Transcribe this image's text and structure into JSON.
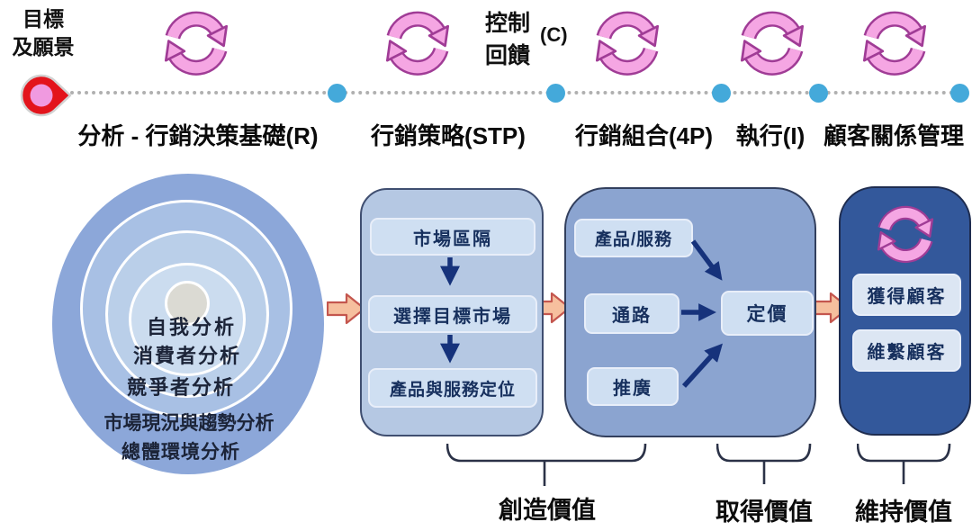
{
  "goal_label": {
    "line1": "目標",
    "line2": "及願景"
  },
  "control_feedback": {
    "line1": "控制",
    "line2": "回饋",
    "code": "(C)"
  },
  "stage_headers": {
    "analysis": "分析 - 行銷決策基礎(R)",
    "strategy": "行銷策略(STP)",
    "mix": "行銷組合(4P)",
    "execution": "執行(I)",
    "crm": "顧客關係管理"
  },
  "analysis_rings": {
    "levels": [
      "自我分析",
      "消費者分析",
      "競爭者分析",
      "市場現況與趨勢分析",
      "總體環境分析"
    ]
  },
  "strategy_box": {
    "steps": [
      "市場區隔",
      "選擇目標市場",
      "產品與服務定位"
    ]
  },
  "mix_box": {
    "inputs": [
      "產品/服務",
      "通路",
      "推廣"
    ],
    "output": "定價"
  },
  "crm_box": {
    "items": [
      "獲得顧客",
      "維繫顧客"
    ]
  },
  "value_phases": {
    "create": "創造價值",
    "capture": "取得價值",
    "sustain": "維持價值"
  },
  "icons": {
    "cycle": "cycle-arrows-icon",
    "pin": "location-pin-icon",
    "timeline_dot": "timeline-dot"
  },
  "colors": {
    "cycle_pink": "#f5a6e3",
    "cycle_outline": "#a03c96",
    "pin_red": "#e3141c",
    "pin_inner_pink": "#f09ae0",
    "timeline_dot_blue": "#44a9da",
    "ring_outer": "#8ca7d9",
    "stp_box": "#b5c8e3",
    "mix_box": "#8ba4d0",
    "crm_box": "#33589b",
    "item_box": "#cfdff2",
    "flow_arrow_navy": "#16327b",
    "block_arrow_peach": "#f6bf9e",
    "block_arrow_border": "#c4564e"
  }
}
